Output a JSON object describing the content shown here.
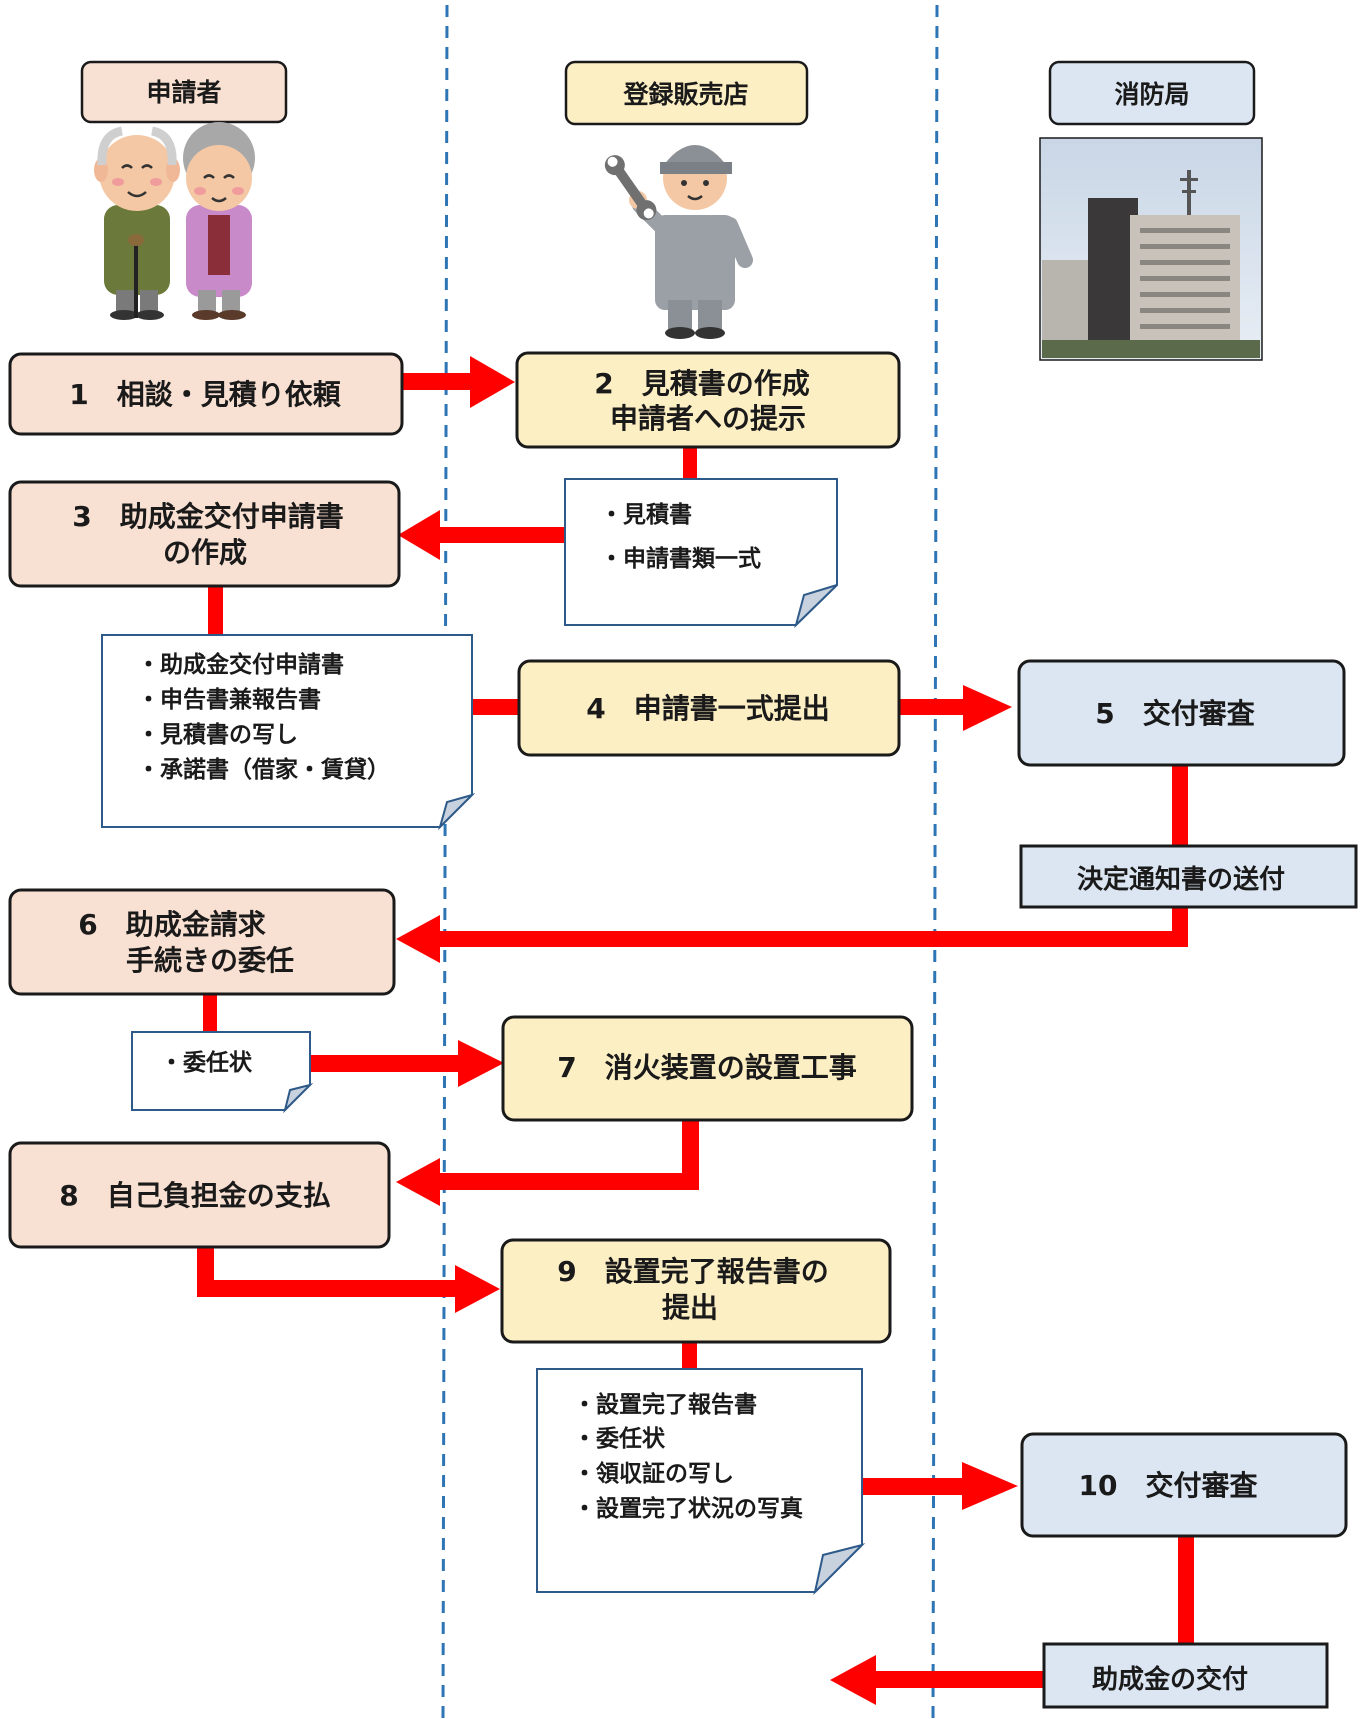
{
  "lanes": {
    "applicant": "申請者",
    "dealer": "登録販売店",
    "fire_dept": "消防局"
  },
  "steps": {
    "s1": [
      "1　相談・見積り依頼"
    ],
    "s2": [
      "2　見積書の作成",
      "申請者への提示"
    ],
    "s3": [
      "3　助成金交付申請書",
      "の作成"
    ],
    "s4": [
      "4　申請書一式提出"
    ],
    "s5": [
      "5　交付審査"
    ],
    "s6": [
      "6　助成金請求",
      "手続きの委任"
    ],
    "s7": [
      "7　消火装置の設置工事"
    ],
    "s8": [
      "8　自己負担金の支払"
    ],
    "s9": [
      "9　設置完了報告書の",
      "提出"
    ],
    "s10": [
      "10　交付審査"
    ]
  },
  "documents": {
    "d1": [
      "・見積書",
      "・申請書類一式"
    ],
    "d2": [
      "・助成金交付申請書",
      "・申告書兼報告書",
      "・見積書の写し",
      "・承諾書（借家・賃貸）"
    ],
    "d3": [
      "・委任状"
    ],
    "d4": [
      "・設置完了報告書",
      "・委任状",
      "・領収証の写し",
      "・設置完了状況の写真"
    ]
  },
  "notices": {
    "decision": "決定通知書の送付",
    "grant": "助成金の交付"
  },
  "colors": {
    "applicant": "#f8e0d2",
    "dealer": "#fdefc4",
    "fire_dept": "#dce6f2",
    "arrow": "#ff0000",
    "lane_divider": "#2e75b6",
    "border": "#1a1a1a"
  },
  "illustrations": {
    "applicant": "elderly-couple-illustration",
    "dealer": "worker-with-wrench-illustration",
    "fire_dept": "fire-department-building-photo"
  }
}
